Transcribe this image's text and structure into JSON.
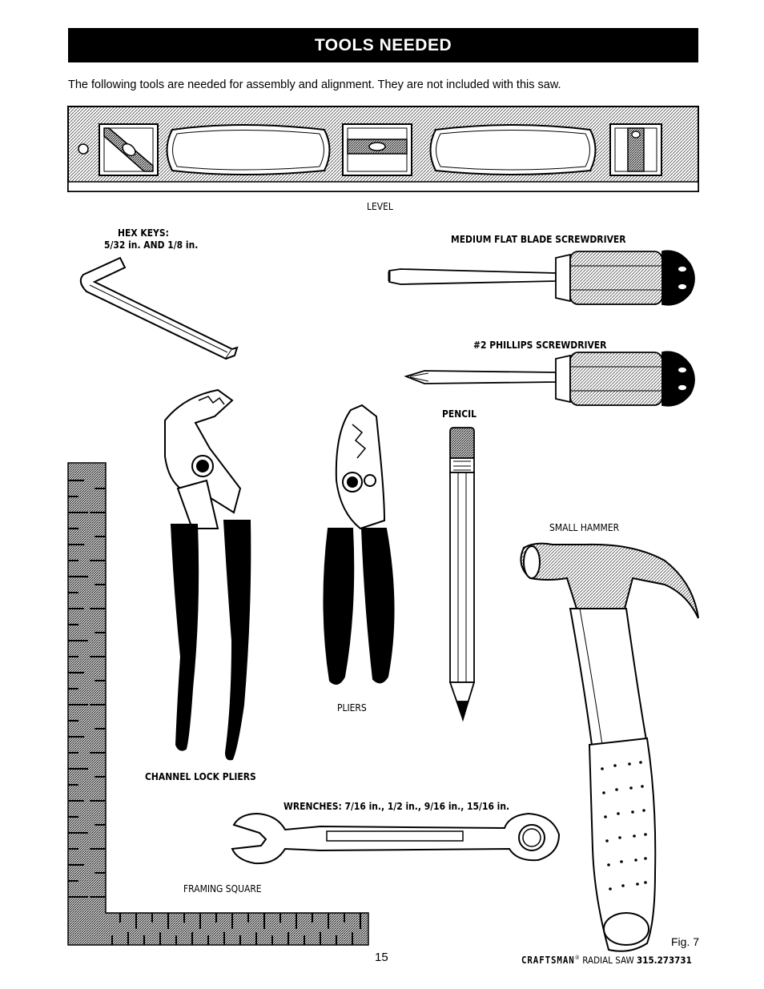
{
  "header": {
    "title": "TOOLS NEEDED"
  },
  "intro": "The following tools are needed for assembly and alignment. They are not included with this saw.",
  "tools": {
    "level": "LEVEL",
    "hex_keys_line1": "HEX KEYS:",
    "hex_keys_line2": "5/32 in. AND 1/8 in.",
    "flat_screwdriver": "MEDIUM FLAT BLADE SCREWDRIVER",
    "phillips_screwdriver": "#2 PHILLIPS SCREWDRIVER",
    "pencil": "PENCIL",
    "small_hammer": "SMALL HAMMER",
    "pliers": "PLIERS",
    "channel_lock": "CHANNEL LOCK PLIERS",
    "wrenches": "WRENCHES: 7/16 in., 1/2 in., 9/16 in., 15/16 in.",
    "framing_square": "FRAMING SQUARE"
  },
  "footer": {
    "fig": "Fig. 7",
    "page": "15",
    "brand": "CRAFTSMAN",
    "brand_mark": "®",
    "product": "RADIAL SAW",
    "model": "315.273731"
  }
}
